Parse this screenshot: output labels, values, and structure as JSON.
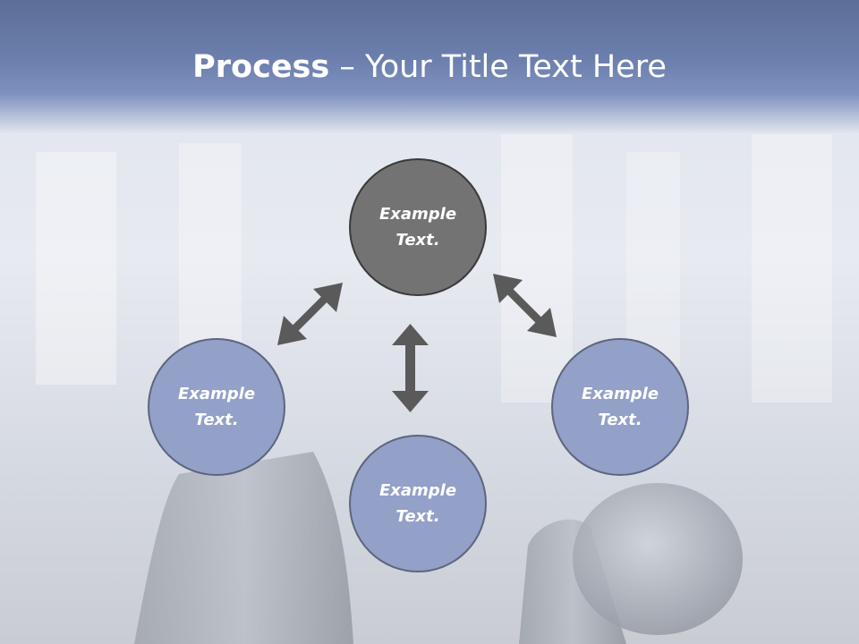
{
  "title": {
    "bold": "Process",
    "rest": " – Your Title Text Here"
  },
  "nodes": {
    "top": "Example Text.",
    "left": "Example Text.",
    "right": "Example Text.",
    "bottom": "Example Text."
  },
  "colors": {
    "title_band": "#6c7fad",
    "node_dark": "#737373",
    "node_light": "#93a0c8",
    "arrow": "#5a5a5a"
  }
}
